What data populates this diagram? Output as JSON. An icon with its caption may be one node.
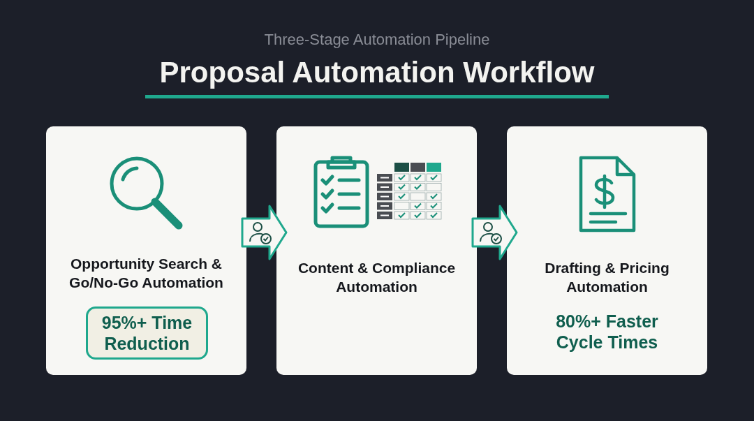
{
  "diagram": {
    "title": "Proposal Automation Workflow",
    "nodes": [
      {
        "text": [
          "Opportunity Search & Go/No-Go Automation"
        ]
      },
      {
        "text": [
          "95%+ Time Reduction"
        ],
        "in": 0
      },
      {
        "text": [
          "Content & Compliance Automation"
        ]
      },
      {
        "text": [
          "Drafting & Pricing Automation",
          "80%+ Faster Cycle Times"
        ]
      }
    ],
    "edges": [
      {
        "from": 0,
        "to": 2,
        "arrow": "to"
      },
      {
        "from": 2,
        "to": 3,
        "arrow": "to"
      }
    ],
    "labels": [
      "Three-Stage Automation Pipeline"
    ]
  }
}
